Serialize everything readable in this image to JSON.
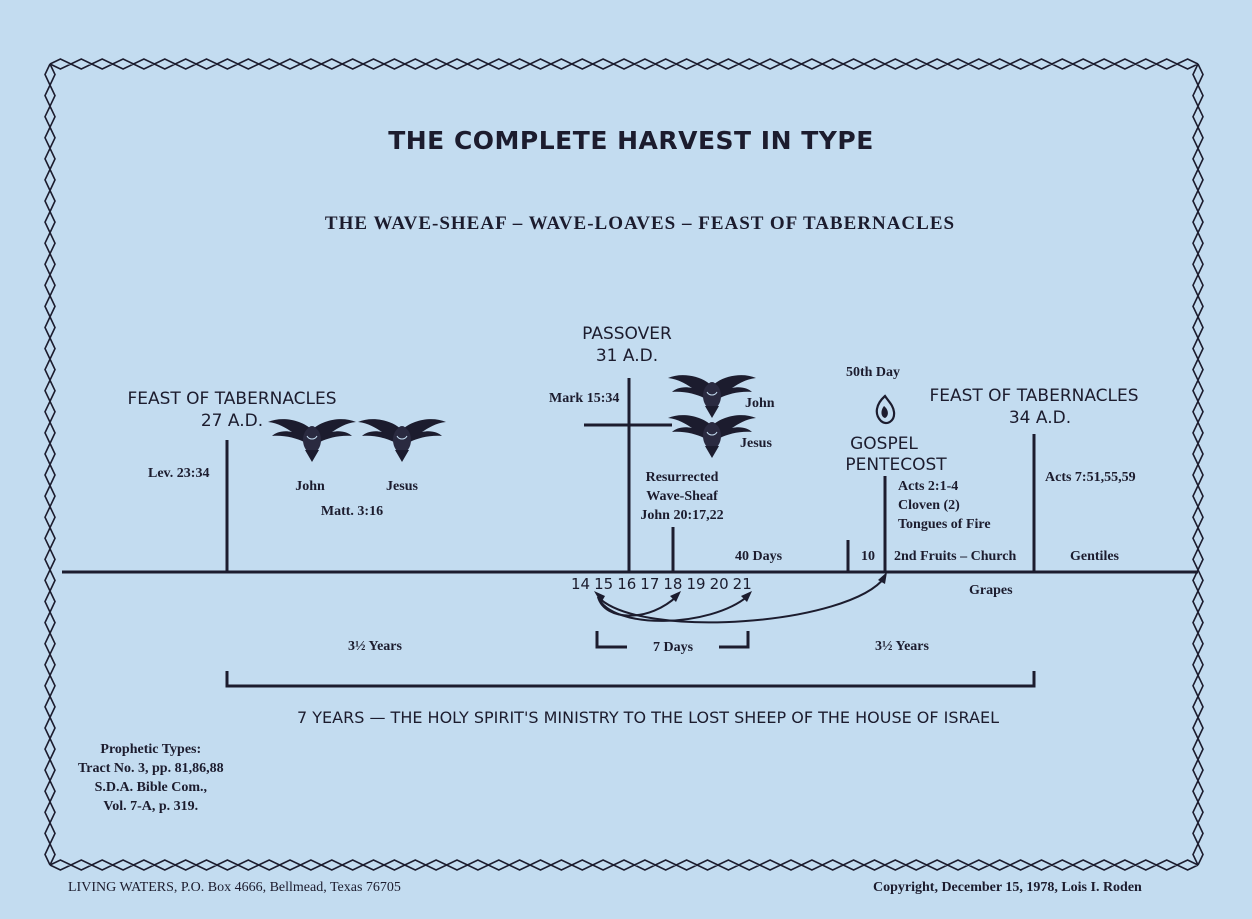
{
  "title": "THE COMPLETE HARVEST IN TYPE",
  "subtitle": "THE WAVE-SHEAF – WAVE-LOAVES – FEAST OF TABERNACLES",
  "events": {
    "feast_27": {
      "line1": "FEAST OF TABERNACLES",
      "line2": "27 A.D.",
      "ref": "Lev. 23:34"
    },
    "baptism": {
      "dove_left": "John",
      "dove_right": "Jesus",
      "ref": "Matt. 3:16"
    },
    "passover": {
      "line1": "PASSOVER",
      "line2": "31 A.D.",
      "ref": "Mark 15:34",
      "dove_top": "John",
      "dove_bottom": "Jesus"
    },
    "wave_sheaf": {
      "lines": [
        "Resurrected",
        "Wave-Sheaf",
        "John 20:17,22"
      ]
    },
    "pentecost": {
      "day": "50th Day",
      "line1": "GOSPEL",
      "line2": "PENTECOST",
      "notes": [
        "Acts 2:1-4",
        "Cloven (2)",
        "Tongues of Fire"
      ]
    },
    "feast_34": {
      "line1": "FEAST OF TABERNACLES",
      "line2": "34 A.D.",
      "ref": "Acts 7:51,55,59"
    }
  },
  "timeline": {
    "days_label": "40 Days",
    "ten_label": "10",
    "church_label": "2nd Fruits – Church",
    "gentiles_label": "Gentiles",
    "grapes_label": "Grapes",
    "day_numbers": [
      "14",
      "15",
      "16",
      "17",
      "18",
      "19",
      "20",
      "21"
    ],
    "seven_days": "7 Days",
    "half_left": "3½ Years",
    "half_right": "3½ Years"
  },
  "ministry": "7 YEARS — THE HOLY SPIRIT'S MINISTRY TO THE LOST SHEEP OF THE HOUSE OF ISRAEL",
  "prophetic_types": [
    "Prophetic Types:",
    "Tract No. 3, pp. 81,86,88",
    "S.D.A. Bible Com.,",
    "Vol. 7-A, p. 319."
  ],
  "footer": {
    "left": "LIVING WATERS, P.O. Box 4666, Bellmead, Texas 76705",
    "right": "Copyright, December 15, 1978, Lois I. Roden"
  },
  "colors": {
    "paper": "#c3dcf0",
    "ink": "#1c1c2e"
  }
}
